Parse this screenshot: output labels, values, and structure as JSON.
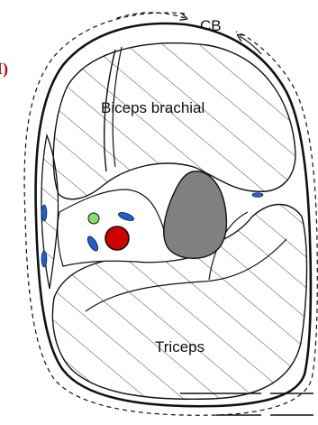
{
  "figure": {
    "corner_label": "I)",
    "labels": {
      "cb": "CB",
      "biceps": "Biceps brachial",
      "triceps": "Triceps"
    }
  },
  "colors": {
    "corner_label": "#cc0000",
    "outline": "#111111",
    "hatch": "#333333",
    "bone": "#808080",
    "artery": "#d10000",
    "vein": "#1f5fd6",
    "nerve": "#88dd66"
  }
}
